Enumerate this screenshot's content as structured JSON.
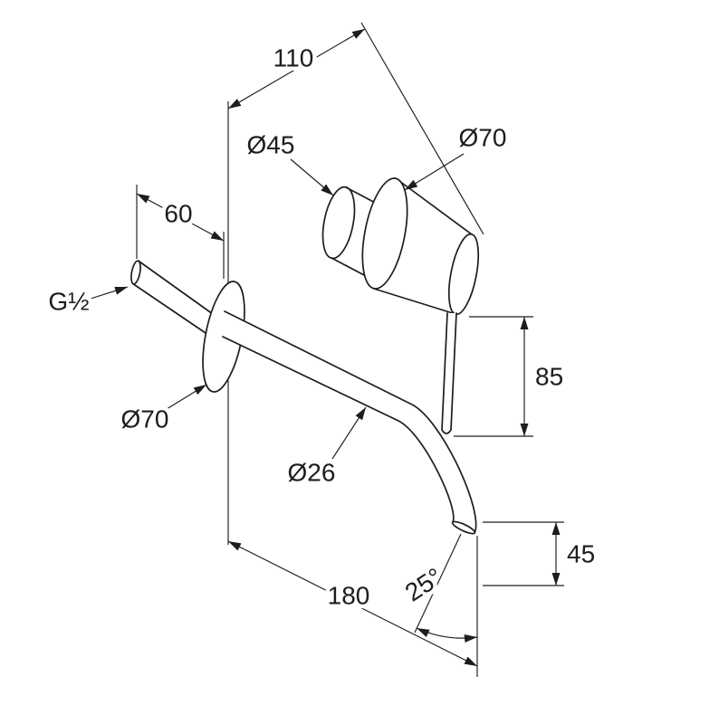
{
  "drawing": {
    "description": "Dimensional line drawing of a wall-mounted single-lever basin mixer with projecting spout",
    "line_color": "#1d1d1b",
    "background_color": "#ffffff",
    "labels": {
      "depth_total": "110",
      "sleeve_diameter": "Ø45",
      "handle_escutcheon_diameter": "Ø70",
      "inlet_protrusion": "60",
      "inlet_thread": "G½",
      "spout_escutcheon_diameter": "Ø70",
      "lever_length": "85",
      "spout_diameter": "Ø26",
      "outlet_height": "45",
      "outlet_angle": "25°",
      "spout_reach": "180"
    }
  }
}
